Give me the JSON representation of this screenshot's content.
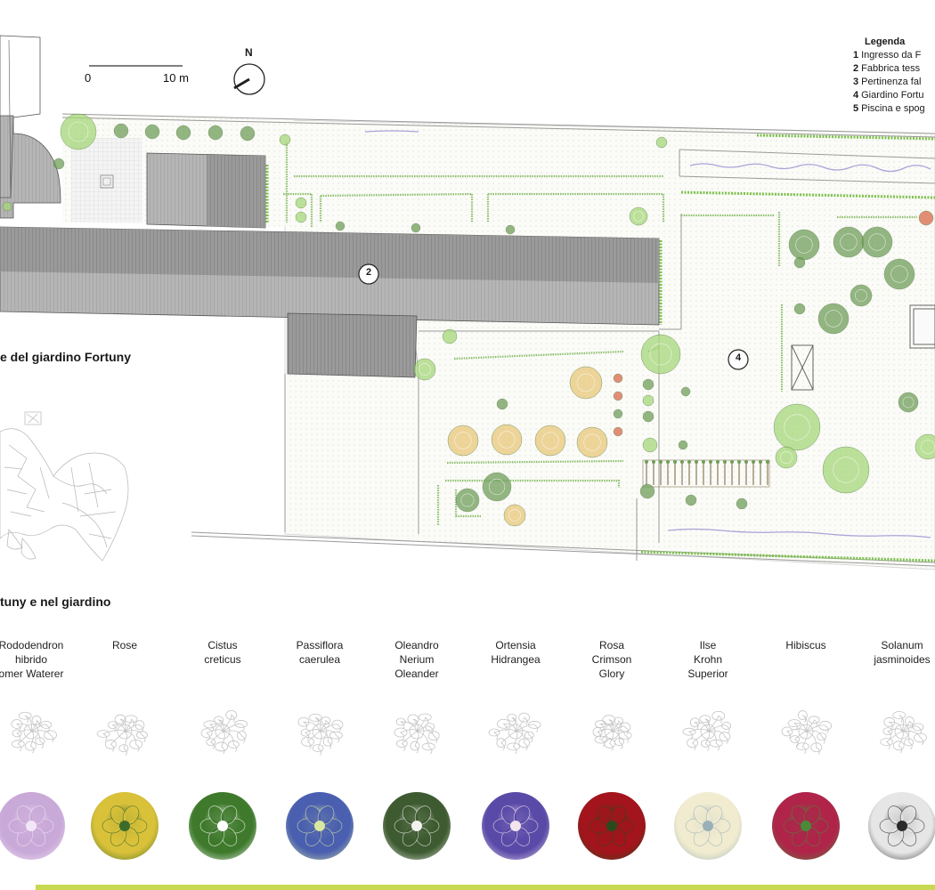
{
  "scale": {
    "zero_label": "0",
    "end_label": "10 m"
  },
  "north": {
    "label": "N"
  },
  "legend": {
    "title": "Legenda",
    "items": [
      {
        "num": "1",
        "text": "Ingresso da F"
      },
      {
        "num": "2",
        "text": "Fabbrica tess"
      },
      {
        "num": "3",
        "text": "Pertinenza fal"
      },
      {
        "num": "4",
        "text": "Giardino Fortu"
      },
      {
        "num": "5",
        "text": "Piscina e spog"
      }
    ]
  },
  "markers": [
    {
      "num": "2"
    },
    {
      "num": "4"
    }
  ],
  "titles": {
    "location": "e del giardino Fortuny",
    "plants": "tuny e nel giardino"
  },
  "plants": [
    {
      "lines": [
        "Rododendron",
        "hibrido",
        "omer Waterer"
      ],
      "color": "#c9a9d8",
      "accent": "#f3e7f7"
    },
    {
      "lines": [
        "Rose"
      ],
      "color": "#d9c13a",
      "accent": "#3d6b2a"
    },
    {
      "lines": [
        "Cistus",
        "creticus"
      ],
      "color": "#3f7a2c",
      "accent": "#ffffff"
    },
    {
      "lines": [
        "Passiflora",
        "caerulea"
      ],
      "color": "#4a5fb0",
      "accent": "#d8e8a0"
    },
    {
      "lines": [
        "Oleandro",
        "Nerium",
        "Oleander"
      ],
      "color": "#3d5a30",
      "accent": "#f2f2ee"
    },
    {
      "lines": [
        "Ortensia",
        "Hidrangea"
      ],
      "color": "#5a4aa8",
      "accent": "#f4e4ee"
    },
    {
      "lines": [
        "Rosa",
        "Crimson",
        "Glory"
      ],
      "color": "#a3141c",
      "accent": "#2a4a1e"
    },
    {
      "lines": [
        "Ilse",
        "Krohn",
        "Superior"
      ],
      "color": "#f1ecd0",
      "accent": "#9ab0b8"
    },
    {
      "lines": [
        "Hibiscus"
      ],
      "color": "#b0244a",
      "accent": "#4a8a3a"
    },
    {
      "lines": [
        "Solanum",
        "jasminoides"
      ],
      "color": "#e6e6e6",
      "accent": "#2a2a2a"
    }
  ],
  "colors": {
    "building": "#8e8e8e",
    "path_green": "#7cc24a",
    "tree_light": "#a6d77a",
    "tree_dark": "#6f9e5a",
    "tree_yellow": "#e9c87a",
    "water": "#a8a4d8",
    "accent_bar": "#c8d850"
  }
}
